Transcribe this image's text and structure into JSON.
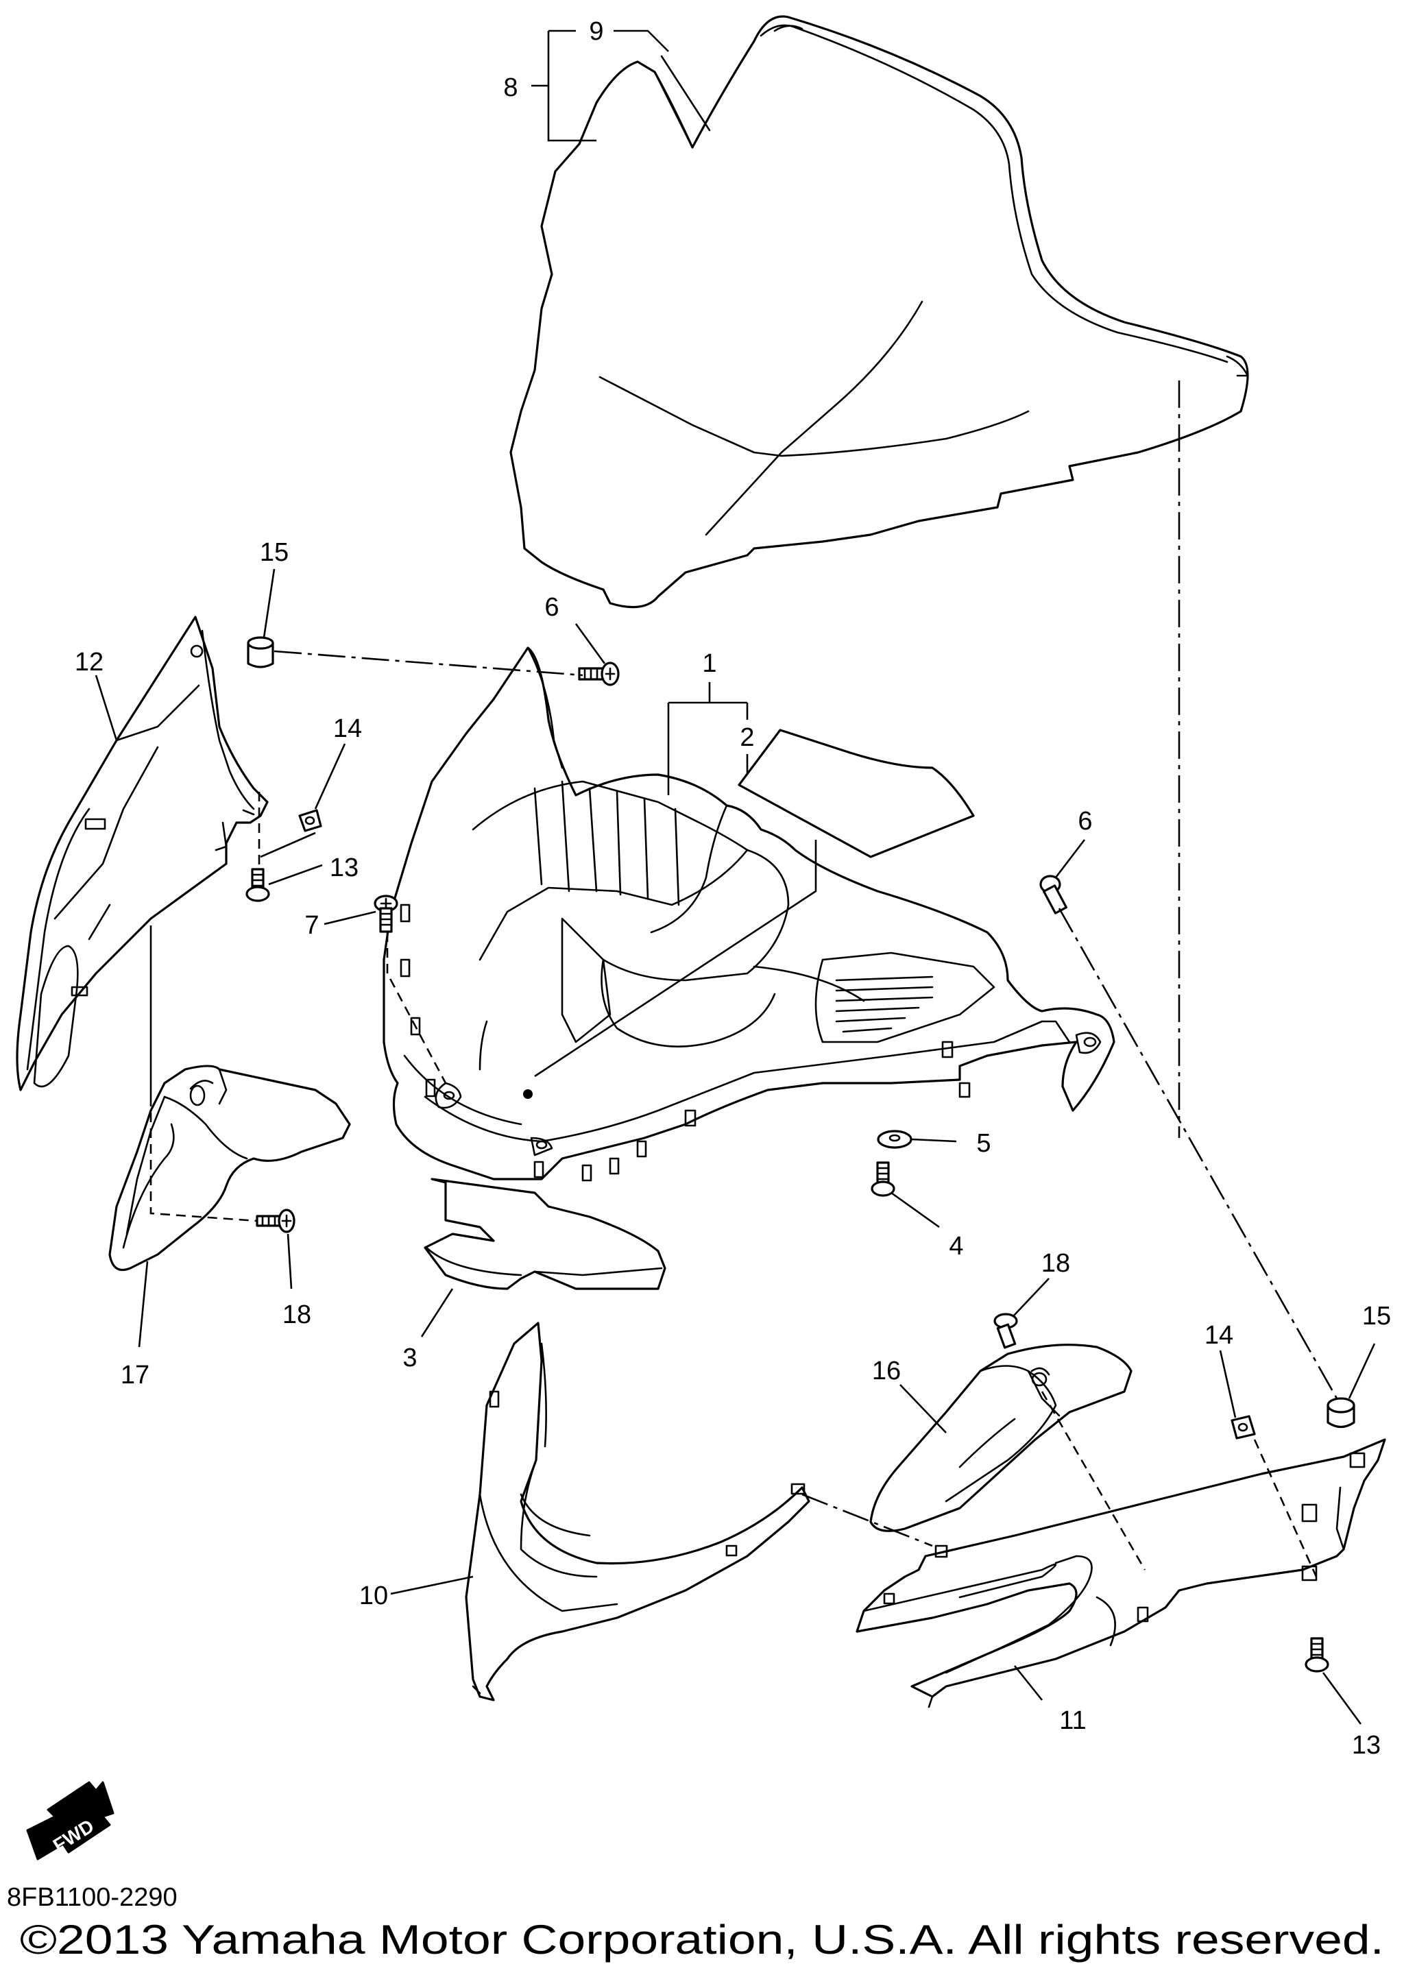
{
  "diagram": {
    "callouts": {
      "c1": "1",
      "c2": "2",
      "c3": "3",
      "c4": "4",
      "c5": "5",
      "c6a": "6",
      "c6b": "6",
      "c7": "7",
      "c8": "8",
      "c9": "9",
      "c10": "10",
      "c11": "11",
      "c12": "12",
      "c13a": "13",
      "c13b": "13",
      "c14a": "14",
      "c14b": "14",
      "c15a": "15",
      "c15b": "15",
      "c16": "16",
      "c17": "17",
      "c18a": "18",
      "c18b": "18"
    },
    "fwd_label": "FWD",
    "diagram_code": "8FB1100-2290",
    "copyright": "©2013 Yamaha Motor Corporation, U.S.A. All rights reserved."
  }
}
